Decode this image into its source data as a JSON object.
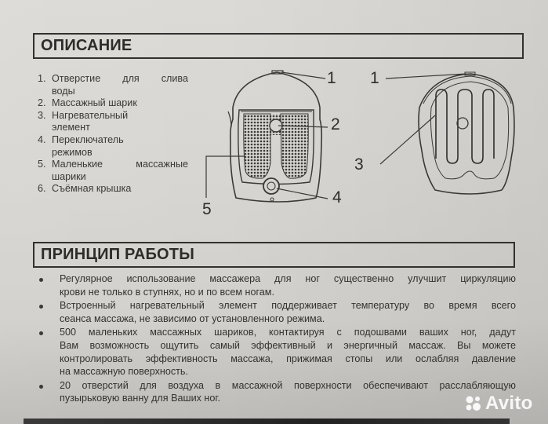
{
  "sections": {
    "description": {
      "title": "ОПИСАНИЕ",
      "parts": [
        {
          "num": "1.",
          "lines": [
            "Отверстие для слива",
            "воды"
          ]
        },
        {
          "num": "2.",
          "lines": [
            "Массажный шарик"
          ]
        },
        {
          "num": "3.",
          "lines": [
            "Нагревательный",
            "элемент"
          ]
        },
        {
          "num": "4.",
          "lines": [
            "Переключатель",
            "режимов"
          ]
        },
        {
          "num": "5.",
          "lines": [
            "Маленькие массажные",
            "шарики"
          ]
        },
        {
          "num": "6.",
          "lines": [
            "Съёмная крышка"
          ]
        }
      ]
    },
    "principle": {
      "title": "ПРИНЦИП РАБОТЫ",
      "bullets": [
        {
          "lines": [
            "Регулярное использование массажера для ног существенно улучшит циркуляцию",
            "крови не только в ступнях, но и по всем ногам."
          ]
        },
        {
          "lines": [
            "Встроенный нагревательный элемент поддерживает температуру во время всего",
            "сеанса массажа, не зависимо от установленного режима."
          ]
        },
        {
          "lines": [
            "500 маленьких массажных шариков, контактируя с подошвами ваших ног, дадут",
            "Вам возможность ощутить самый эффективный и энергичный массаж. Вы можете",
            "контролировать эффективность массажа, прижимая стопы или ослабляя давление",
            "на массажную поверхность."
          ]
        },
        {
          "lines": [
            "20 отверстий для воздуха в массажной поверхности обеспечивают расслабляющую",
            "пузырьковую ванну для Ваших ног."
          ]
        }
      ]
    }
  },
  "diagram_top_view": {
    "callouts": {
      "c1": "1",
      "c2": "2",
      "c4": "4",
      "c5": "5"
    }
  },
  "diagram_bottom_view": {
    "callouts": {
      "c1": "1",
      "c3": "3"
    }
  },
  "watermark": {
    "text": "Avito",
    "icon": "avito-dots-icon"
  },
  "colors": {
    "paper": "#d8d6d2",
    "ink": "#2e2d2b",
    "watermark": "#ffffff"
  }
}
